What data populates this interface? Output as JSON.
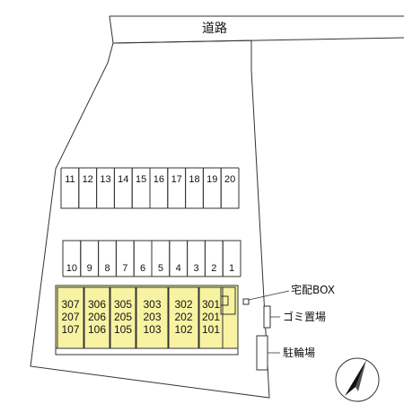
{
  "road_label": "道路",
  "parking_top": [
    "11",
    "12",
    "13",
    "14",
    "15",
    "16",
    "17",
    "18",
    "19",
    "20"
  ],
  "parking_bottom": [
    "10",
    "9",
    "8",
    "7",
    "6",
    "5",
    "4",
    "3",
    "2",
    "1"
  ],
  "building_columns": [
    [
      "307",
      "207",
      "107"
    ],
    [
      "306",
      "206",
      "106"
    ],
    [
      "305",
      "205",
      "105"
    ],
    [
      "303",
      "203",
      "103"
    ],
    [
      "302",
      "202",
      "102"
    ],
    [
      "301",
      "201",
      "101"
    ]
  ],
  "delivery_box_label": "宅配BOX",
  "garbage_label": "ゴミ置場",
  "bicycle_label": "駐輪場",
  "compass_icon": "north-arrow-icon",
  "colors": {
    "building_fill": "#f7f3a3",
    "line": "#333333"
  }
}
